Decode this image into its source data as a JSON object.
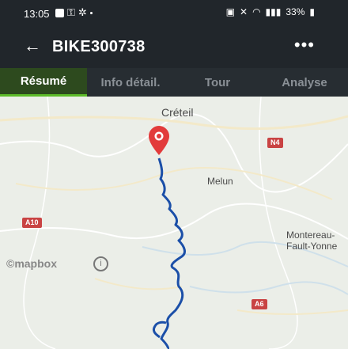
{
  "status": {
    "time": "13:05",
    "battery": "33%"
  },
  "header": {
    "back_glyph": "←",
    "title": "BIKE300738",
    "more_glyph": "•••"
  },
  "tabs": [
    {
      "label": "Résumé",
      "active": true
    },
    {
      "label": "Info détail."
    },
    {
      "label": "Tour"
    },
    {
      "label": "Analyse"
    }
  ],
  "map": {
    "places": {
      "creteil": "Créteil",
      "melun": "Melun",
      "montereau": "Montereau-\nFault-Yonne"
    },
    "roads": {
      "n4": "N4",
      "a10": "A10",
      "a6": "A6"
    },
    "attribution": "©mapbox",
    "info_glyph": "i"
  }
}
